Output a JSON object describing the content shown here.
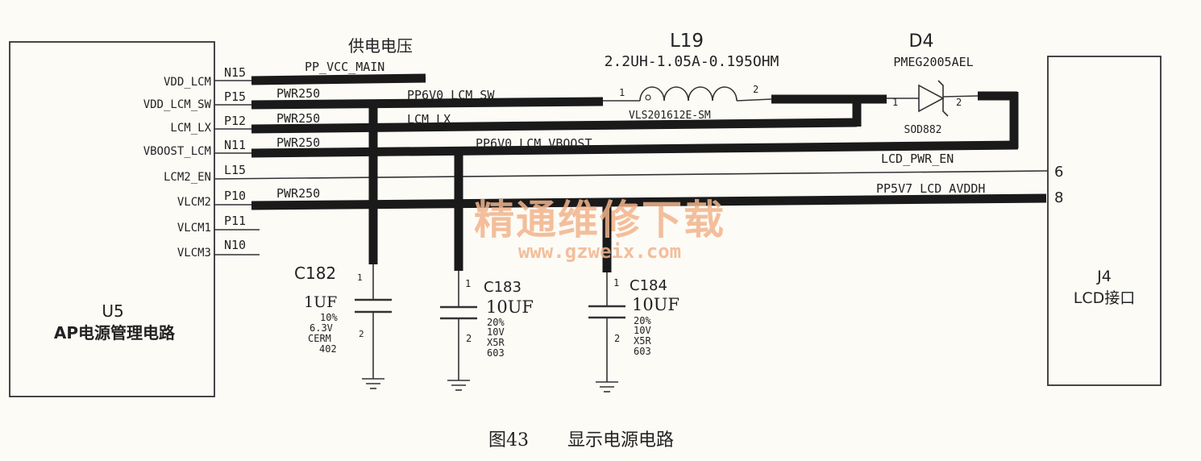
{
  "u5": {
    "ref": "U5",
    "name": "AP电源管理电路",
    "pins": [
      {
        "name": "VDD_LCM",
        "ball": "N15"
      },
      {
        "name": "VDD_LCM_SW",
        "ball": "P15"
      },
      {
        "name": "LCM_LX",
        "ball": "P12"
      },
      {
        "name": "VBOOST_LCM",
        "ball": "N11"
      },
      {
        "name": "LCM2_EN",
        "ball": "L15"
      },
      {
        "name": "VLCM2",
        "ball": "P10"
      },
      {
        "name": "VLCM1",
        "ball": "P11"
      },
      {
        "name": "VLCM3",
        "ball": "N10"
      }
    ]
  },
  "j4": {
    "ref": "J4",
    "name": "LCD接口",
    "pin6": "6",
    "pin8": "8"
  },
  "nets": {
    "supply_label": "供电电压",
    "pp_vcc_main": "PP_VCC_MAIN",
    "pwr_p15": "PWR250",
    "pwr_p12": "PWR250",
    "pwr_n11": "PWR250",
    "pwr_p10": "PWR250",
    "pp6v0_lcm_sw": "PP6V0_LCM_SW",
    "lcm_lx": "LCM_LX",
    "pp6v0_lcm_vboost": "PP6V0_LCM_VBOOST",
    "lcd_pwr_en": "LCD_PWR_EN",
    "pp5v7_lcd_avddh": "PP5V7_LCD_AVDDH"
  },
  "l19": {
    "ref": "L19",
    "value": "2.2UH-1.05A-0.195OHM",
    "package": "VLS201612E-SM",
    "pin1": "1",
    "pin2": "2"
  },
  "d4": {
    "ref": "D4",
    "part": "PMEG2005AEL",
    "package": "SOD882",
    "pin1": "1",
    "pin2": "2"
  },
  "capacitors": [
    {
      "ref": "C182",
      "value": "1UF",
      "specs": [
        "10%",
        "6.3V",
        "CERM",
        "402"
      ],
      "pin1": "1",
      "pin2": "2"
    },
    {
      "ref": "C183",
      "value": "10UF",
      "specs": [
        "20%",
        "10V",
        "X5R",
        "603"
      ],
      "pin1": "1",
      "pin2": "2"
    },
    {
      "ref": "C184",
      "value": "10UF",
      "specs": [
        "20%",
        "10V",
        "X5R",
        "603"
      ],
      "pin1": "1",
      "pin2": "2"
    }
  ],
  "watermark": {
    "title": "精通维修下载",
    "url": "www.gzweix.com"
  },
  "caption": {
    "number": "图43",
    "title": "显示电源电路"
  }
}
